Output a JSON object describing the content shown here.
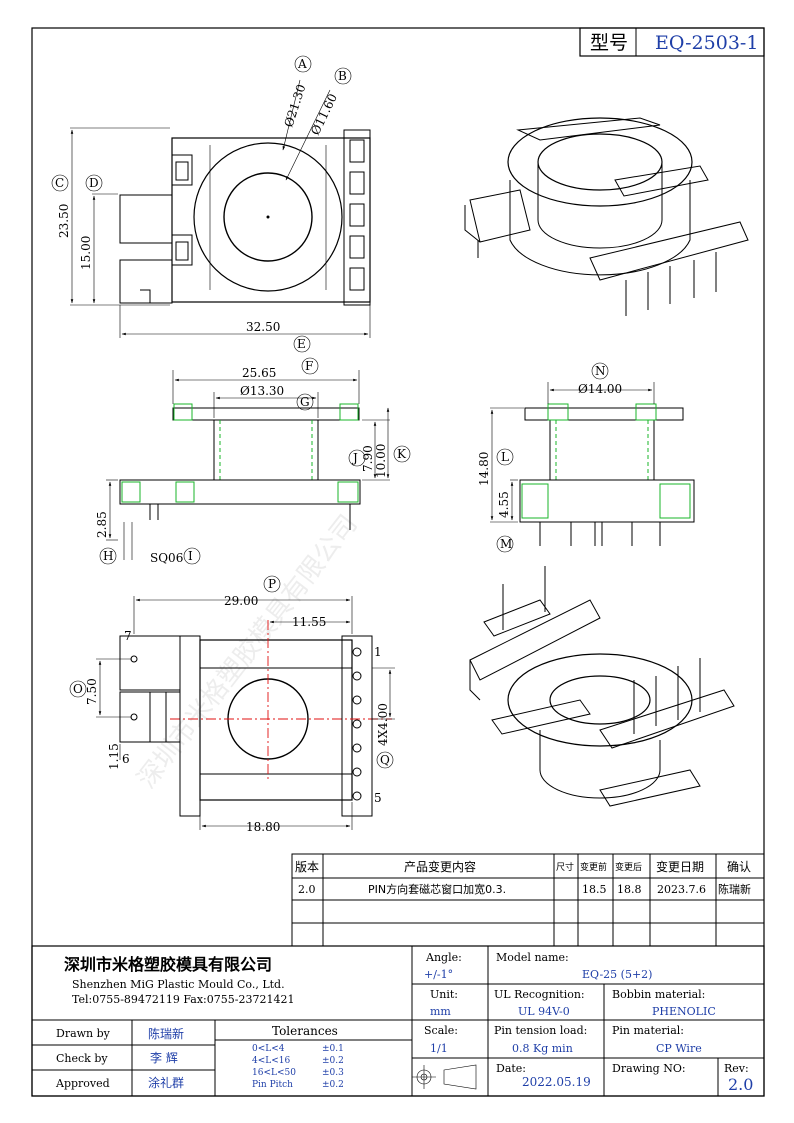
{
  "header": {
    "model_label": "型号",
    "model_value": "EQ-2503-1"
  },
  "watermark": "深圳市米格塑胶模具有限公司",
  "top_view": {
    "dia_outer": "Ø21.30",
    "dia_inner": "Ø11.60",
    "height_total": "23.50",
    "height_mid": "15.00",
    "width_total": "32.50",
    "markers": [
      "A",
      "B",
      "C",
      "D",
      "E"
    ]
  },
  "front_view": {
    "width_flange": "25.65",
    "dia_core": "Ø13.30",
    "winding_h": "7.90",
    "window_h": "10.00",
    "pin_len": "2.85",
    "pin_sq": "SQ06",
    "markers": [
      "F",
      "G",
      "H",
      "I",
      "J",
      "K"
    ]
  },
  "side_view": {
    "dia_core": "Ø14.00",
    "height_total": "14.80",
    "base_h": "4.55",
    "markers": [
      "L",
      "M",
      "N"
    ]
  },
  "bottom_view": {
    "width_total": "29.00",
    "offset": "11.55",
    "pitch_left": "7.50",
    "pitch_right": "4X4.00",
    "edge": "1.15",
    "width_base": "18.80",
    "pin_nums": [
      "7",
      "6",
      "1",
      "5"
    ],
    "markers": [
      "O",
      "P",
      "Q"
    ]
  },
  "revision_table": {
    "headers": [
      "版本",
      "产品变更内容",
      "尺寸",
      "变更前",
      "变更后",
      "变更日期",
      "确认"
    ],
    "rows": [
      [
        "2.0",
        "PIN方向套磁芯窗口加宽0.3.",
        "",
        "18.5",
        "18.8",
        "2023.7.6",
        "陈瑞新"
      ],
      [
        "",
        "",
        "",
        "",
        "",
        "",
        ""
      ],
      [
        "",
        "",
        "",
        "",
        "",
        "",
        ""
      ]
    ]
  },
  "title_block": {
    "company_cn": "深圳市米格塑胶模具有限公司",
    "company_en": "Shenzhen MiG Plastic Mould Co., Ltd.",
    "tel_fax": "Tel:0755-89472119   Fax:0755-23721421",
    "angle_label": "Angle:",
    "angle_value": "+/-1°",
    "unit_label": "Unit:",
    "unit_value": "mm",
    "scale_label": "Scale:",
    "scale_value": "1/1",
    "model_label": "Model name:",
    "model_value": "EQ-25 (5+2)",
    "ul_label": "UL Recognition:",
    "ul_value": "UL 94V-0",
    "bobbin_label": "Bobbin material:",
    "bobbin_value": "PHENOLIC",
    "tension_label": "Pin tension load:",
    "tension_value": "0.8 Kg min",
    "pin_mat_label": "Pin material:",
    "pin_mat_value": "CP Wire",
    "date_label": "Date:",
    "date_value": "2022.05.19",
    "drawing_label": "Drawing NO:",
    "rev_label": "Rev:",
    "rev_value": "2.0",
    "drawn_label": "Drawn by",
    "drawn_name": "陈瑞新",
    "check_label": "Check by",
    "check_name": "李 辉",
    "approved_label": "Approved",
    "approved_name": "涂礼群",
    "tol_title": "Tolerances",
    "tol_rows": [
      [
        "0<L<4",
        "±0.1"
      ],
      [
        "4<L<16",
        "±0.2"
      ],
      [
        "16<L<50",
        "±0.3"
      ],
      [
        "Pin Pitch",
        "±0.2"
      ]
    ]
  }
}
